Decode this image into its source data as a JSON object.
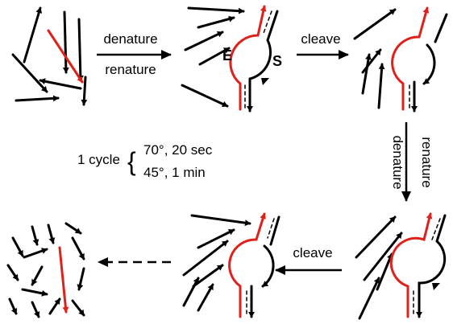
{
  "process_labels": {
    "denature": "denature",
    "renature": "renature",
    "cleave": "cleave",
    "enzyme": "E",
    "substrate": "S"
  },
  "cycle": {
    "label": "1 cycle",
    "brace": "{",
    "step1": "70°, 20 sec",
    "step2": "45°, 1 min"
  },
  "colors": {
    "strand": "#000000",
    "enzyme_strand": "#e0201b",
    "background": "#ffffff"
  }
}
